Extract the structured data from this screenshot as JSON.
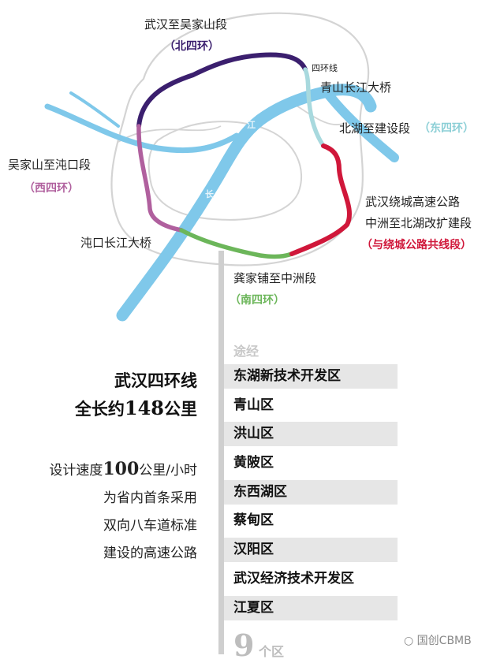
{
  "map": {
    "segments": [
      {
        "name": "武汉至吴家山段",
        "tag": "（北四环）",
        "color": "#3b1f6e"
      },
      {
        "name": "吴家山至沌口段",
        "tag": "（西四环）",
        "color": "#b0609e"
      },
      {
        "name": "龚家铺至中洲段",
        "tag": "（南四环）",
        "color": "#6cb65a"
      },
      {
        "name": "北湖至建设段",
        "tag": "（东四环）",
        "color": "#a8d9de"
      },
      {
        "name": "武汉绕城高速公路中洲至北湖改扩建段",
        "line1": "武汉绕城高速公路",
        "line2": "中洲至北湖改扩建段",
        "tag": "（与绕城公路共线段）",
        "color": "#d0173a"
      }
    ],
    "bridges": [
      "青山长江大桥",
      "沌口长江大桥"
    ],
    "ring_label": "四环线",
    "river_chars": [
      "长",
      "江"
    ],
    "river_color": "#7fc8ea",
    "outline_color": "#d4d4d4"
  },
  "summary": {
    "title_line1": "武汉四环线",
    "title_prefix": "全长约",
    "length_number": "148",
    "length_unit": "公里",
    "speed_prefix": "设计速度",
    "speed_number": "100",
    "speed_unit": "公里/小时",
    "desc_line2": "为省内首条采用",
    "desc_line3": "双向八车道标准",
    "desc_line4": "建设的高速公路"
  },
  "districts": {
    "heading": "途经",
    "items": [
      "东湖新技术开发区",
      "青山区",
      "洪山区",
      "黄陂区",
      "东西湖区",
      "蔡甸区",
      "汉阳区",
      "武汉经济技术开发区",
      "江夏区"
    ],
    "count_number": "9",
    "count_unit": "个区"
  },
  "watermark": "国创CBMB"
}
